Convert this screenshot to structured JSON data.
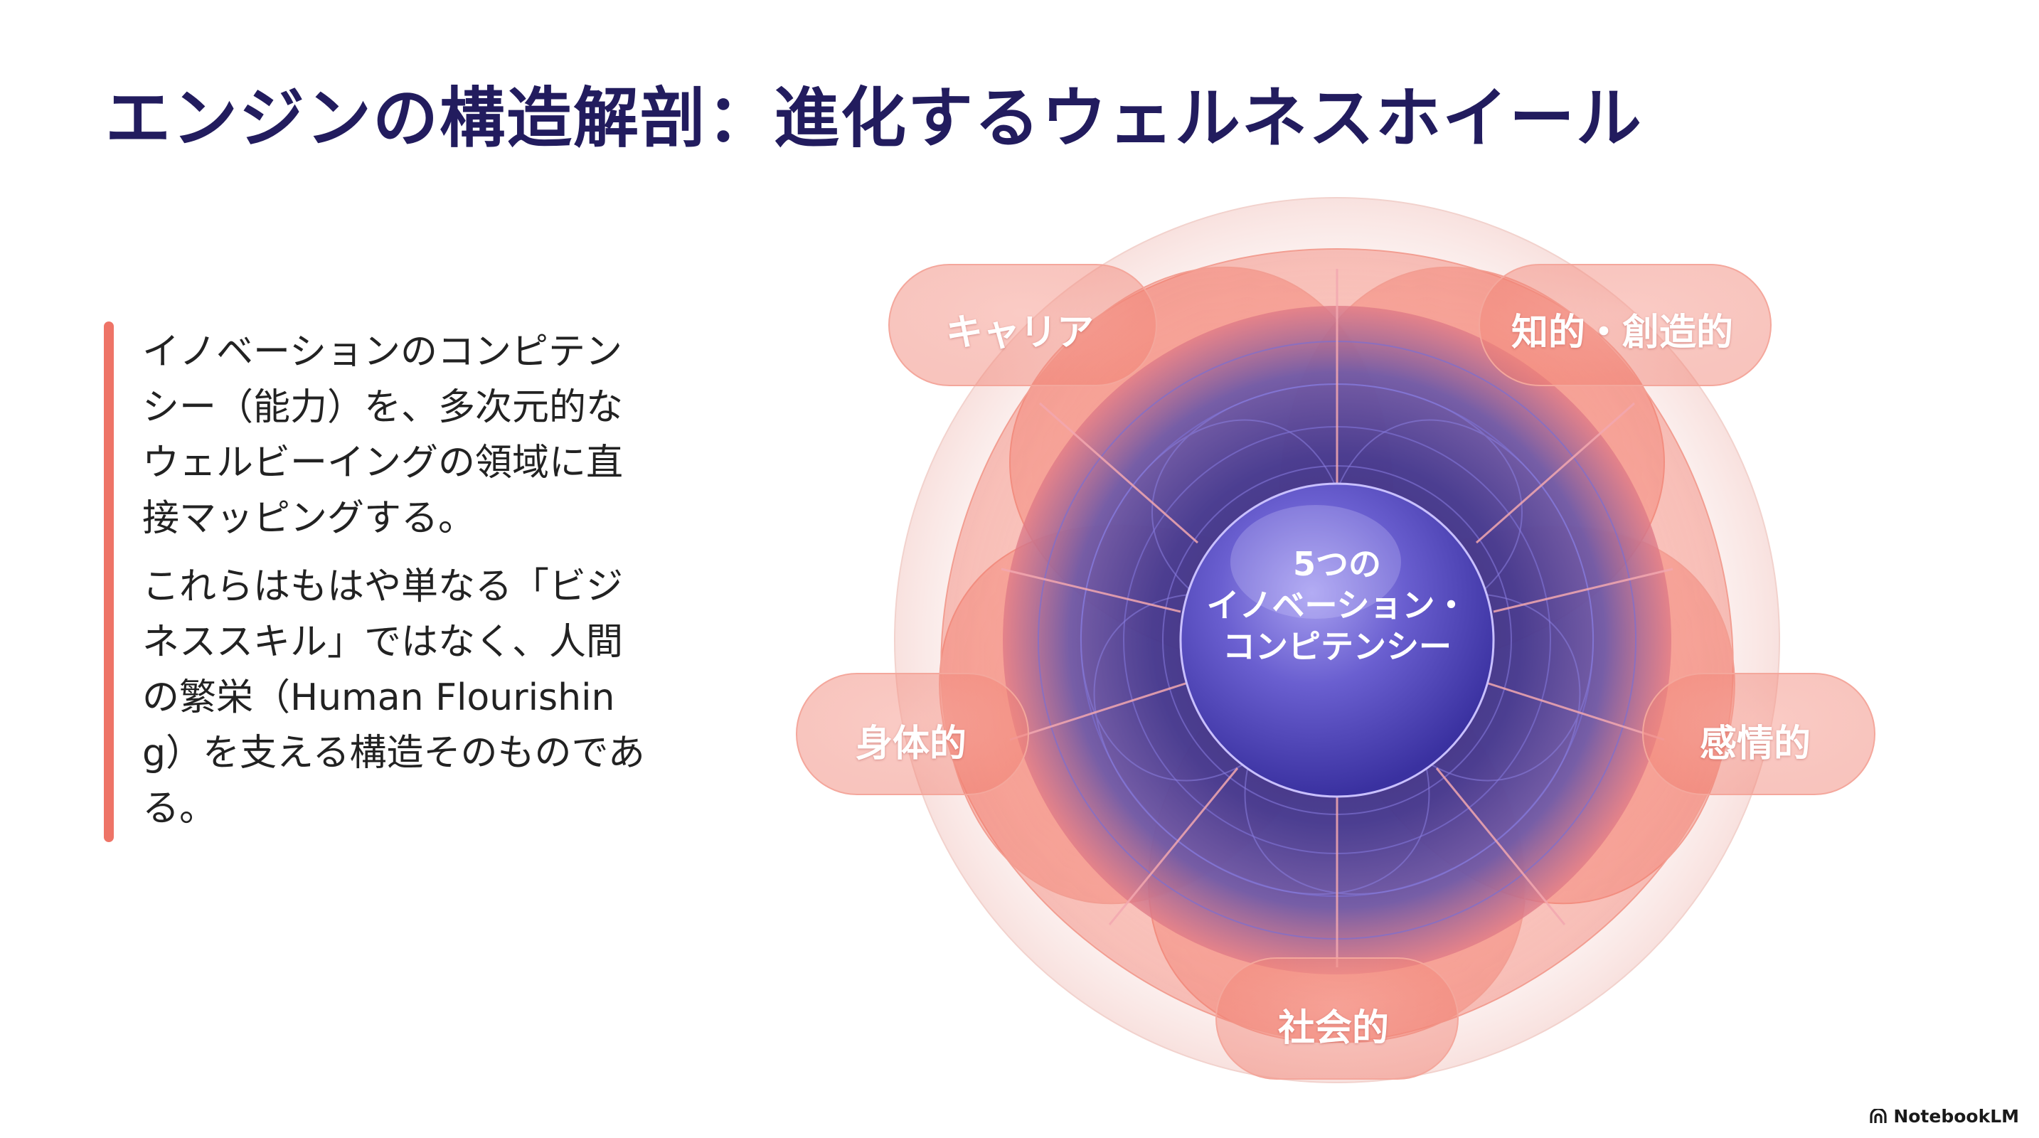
{
  "title": "エンジンの構造解剖：進化するウェルネスホイール",
  "body": {
    "paragraph_1": "イノベーションのコンピテンシー（能力）を、多次元的なウェルビーイングの領域に直接マッピングする。",
    "paragraph_2": "これらはもはや単なる「ビジネススキル」ではなく、人間の繁栄（Human Flourishing）を支える構造そのものである。"
  },
  "wheel": {
    "center_lines": [
      "5つの",
      "イノベーション・",
      "コンピテンシー"
    ],
    "domains": {
      "career": "キャリア",
      "intellectual": "知的・創造的",
      "physical": "身体的",
      "emotional": "感情的",
      "social": "社会的"
    }
  },
  "brand": "NotebookLM",
  "colors": {
    "title": "#221c5e",
    "accent": "#ee7467",
    "petal": "#f0705e",
    "core": "#2f2a7c"
  }
}
